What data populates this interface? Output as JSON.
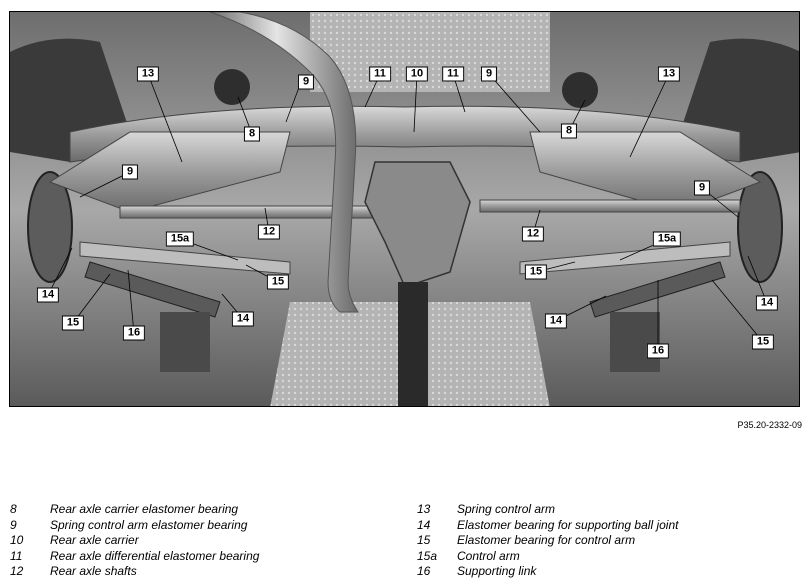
{
  "figure_code": "P35.20-2332-09",
  "callouts": [
    {
      "label": "13"
    },
    {
      "label": "9"
    },
    {
      "label": "11"
    },
    {
      "label": "10"
    },
    {
      "label": "11"
    },
    {
      "label": "9"
    },
    {
      "label": "13"
    },
    {
      "label": "8"
    },
    {
      "label": "8"
    },
    {
      "label": "9"
    },
    {
      "label": "9"
    },
    {
      "label": "12"
    },
    {
      "label": "12"
    },
    {
      "label": "15a"
    },
    {
      "label": "15a"
    },
    {
      "label": "15"
    },
    {
      "label": "15"
    },
    {
      "label": "14"
    },
    {
      "label": "14"
    },
    {
      "label": "14"
    },
    {
      "label": "14"
    },
    {
      "label": "15"
    },
    {
      "label": "15"
    },
    {
      "label": "16"
    },
    {
      "label": "16"
    }
  ],
  "legend": {
    "left": [
      {
        "num": "8",
        "text": "Rear axle carrier elastomer bearing"
      },
      {
        "num": "9",
        "text": "Spring control arm elastomer bearing"
      },
      {
        "num": "10",
        "text": "Rear axle carrier"
      },
      {
        "num": "11",
        "text": "Rear axle differential elastomer bearing"
      },
      {
        "num": "12",
        "text": "Rear axle shafts"
      }
    ],
    "right": [
      {
        "num": "13",
        "text": "Spring control arm"
      },
      {
        "num": "14",
        "text": "Elastomer bearing for supporting ball joint"
      },
      {
        "num": "15",
        "text": "Elastomer bearing for control arm"
      },
      {
        "num": "15a",
        "text": "Control arm"
      },
      {
        "num": "16",
        "text": "Supporting link"
      }
    ]
  }
}
